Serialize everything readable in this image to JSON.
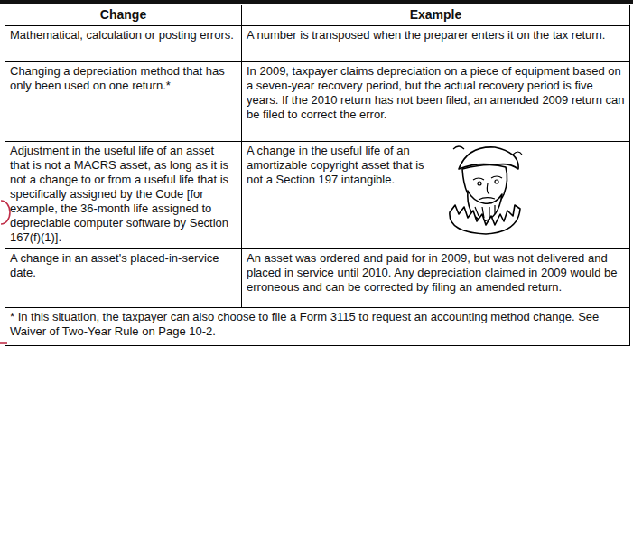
{
  "diagram": {
    "labels": [
      "Change",
      "Example",
      "Mathematical, calculation or posting errors.",
      "A number is transposed when the preparer enters it on the tax return.",
      "Changing a depreciation method that has only been used on one return.*",
      "In 2009, taxpayer claims depreciation on a piece of equipment based on a seven-year recovery period, but the actual recovery period is five years. If the 2010 return has not been filed, an amended 2009 return can be filed to correct the error.",
      "Adjustment in the useful life of an asset that is not a MACRS asset, as long as it is not a change to or from a useful life that is specifically assigned by the Code [for example, the 36-month life assigned to depreciable computer software by Section 167(f)(1)].",
      "A change in the useful life of an amortizable copyright asset that is not a Section 197 intangible.",
      "A change in an asset's placed-in-service date.",
      "An asset was ordered and paid for in 2009, but was not delivered and placed in service until 2010. Any depreciation claimed in 2009 would be erroneous and can be corrected by filing an amended return.",
      "* In this situation, the taxpayer can also choose to file a Form 3115 to request an accounting method change. See Waiver of Two-Year Rule on Page 10-2."
    ]
  }
}
